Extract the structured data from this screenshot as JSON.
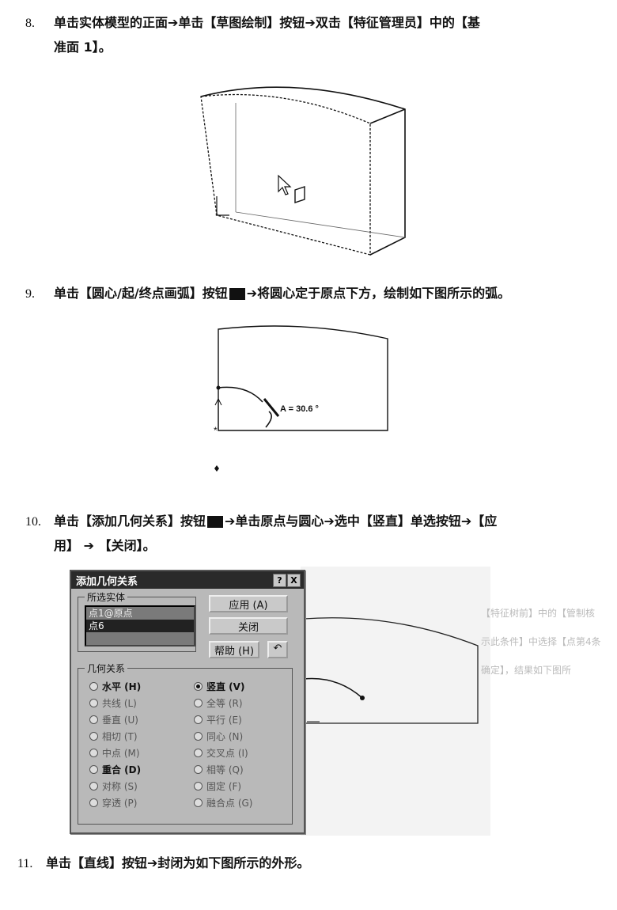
{
  "steps": [
    {
      "num": "8.",
      "line1_a": "单击实体模型的正面",
      "line1_b": "单击【草图绘制】按钮",
      "line1_c": "双击【特征管理员】中的【基",
      "line2": "准面 1】。"
    },
    {
      "num": "9.",
      "a": "单击【圆心/起/终点画弧】按钮",
      "b": "将圆心定于原点下方，绘制如下图所示的弧。"
    },
    {
      "num": "10.",
      "line1_a": "单击【添加几何关系】按钮",
      "line1_b": "单击原点与圆心",
      "line1_c": "选中【竖直】单选按钮",
      "line1_d": "【应",
      "line2_a": "用】",
      "line2_b": "【关闭】。"
    },
    {
      "num": "11.",
      "a": "单击【直线】按钮",
      "b": "封闭为如下图所示的外形。"
    }
  ],
  "arrow": "➔",
  "fig2_angle_label": "A = 30.6 °",
  "dialog": {
    "title": "添加几何关系",
    "help_btn": "?",
    "close_btn": "X",
    "selected_group": "所选实体",
    "selected_items": [
      "点1@原点",
      "点6"
    ],
    "apply": "应用 (A)",
    "close": "关闭",
    "help": "帮助 (H)",
    "undo": "↶",
    "relations_group": "几何关系",
    "relations_left": [
      {
        "label": "水平 (H)",
        "on": false,
        "bold": true
      },
      {
        "label": "共线 (L)",
        "on": false,
        "bold": false
      },
      {
        "label": "垂直 (U)",
        "on": false,
        "bold": false
      },
      {
        "label": "相切 (T)",
        "on": false,
        "bold": false
      },
      {
        "label": "中点 (M)",
        "on": false,
        "bold": false
      },
      {
        "label": "重合 (D)",
        "on": false,
        "bold": true
      },
      {
        "label": "对称 (S)",
        "on": false,
        "bold": false
      },
      {
        "label": "穿透 (P)",
        "on": false,
        "bold": false
      }
    ],
    "relations_right": [
      {
        "label": "竖直 (V)",
        "on": true,
        "bold": true
      },
      {
        "label": "全等 (R)",
        "on": false,
        "bold": false
      },
      {
        "label": "平行 (E)",
        "on": false,
        "bold": false
      },
      {
        "label": "同心 (N)",
        "on": false,
        "bold": false
      },
      {
        "label": "交叉点 (I)",
        "on": false,
        "bold": false
      },
      {
        "label": "相等 (Q)",
        "on": false,
        "bold": false
      },
      {
        "label": "固定 (F)",
        "on": false,
        "bold": false
      },
      {
        "label": "融合点 (G)",
        "on": false,
        "bold": false
      }
    ]
  },
  "ghost_text": [
    "【特征树前】中的【管制核",
    "示此条件】中选择【点第4条",
    "确定】，结果如下图所"
  ]
}
